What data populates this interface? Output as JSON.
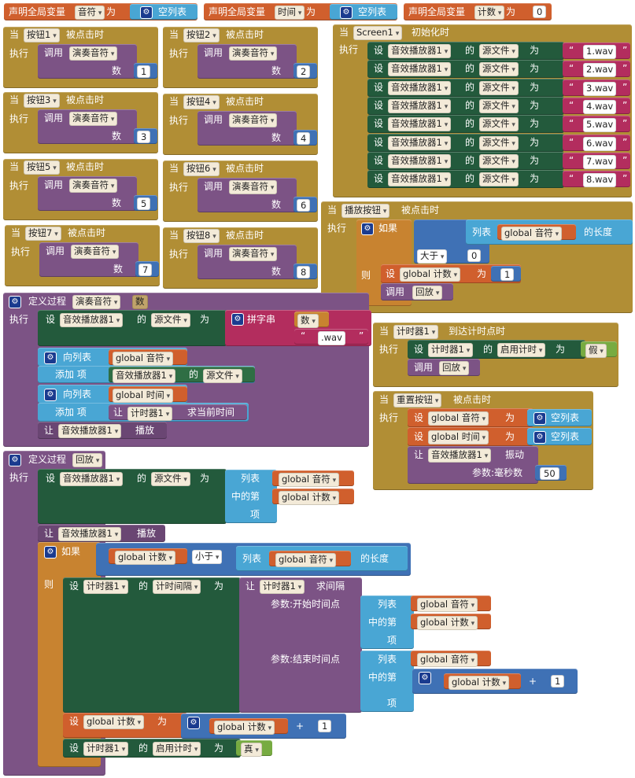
{
  "kw": {
    "when": "当",
    "do": "执行",
    "call": "调用",
    "set": "设",
    "of": "的",
    "to": "为",
    "let": "让",
    "if": "如果",
    "then": "则",
    "declare": "声明全局变量",
    "defproc": "定义过程",
    "clicked": "被点击时",
    "init": "初始化时",
    "timer_fire": "到达计时点时"
  },
  "globals": [
    {
      "name": "音符",
      "value": "空列表"
    },
    {
      "name": "时间",
      "value": "空列表"
    },
    {
      "name": "计数",
      "value": "0"
    }
  ],
  "buttons": [
    {
      "component": "按钮1",
      "proc": "演奏音符",
      "param": "数",
      "num": "1"
    },
    {
      "component": "按钮2",
      "proc": "演奏音符",
      "param": "数",
      "num": "2"
    },
    {
      "component": "按钮3",
      "proc": "演奏音符",
      "param": "数",
      "num": "3"
    },
    {
      "component": "按钮4",
      "proc": "演奏音符",
      "param": "数",
      "num": "4"
    },
    {
      "component": "按钮5",
      "proc": "演奏音符",
      "param": "数",
      "num": "5"
    },
    {
      "component": "按钮6",
      "proc": "演奏音符",
      "param": "数",
      "num": "6"
    },
    {
      "component": "按钮7",
      "proc": "演奏音符",
      "param": "数",
      "num": "7"
    },
    {
      "component": "按钮8",
      "proc": "演奏音符",
      "param": "数",
      "num": "8"
    }
  ],
  "screen_init": {
    "screen": "Screen1",
    "player": "音效播放器1",
    "prop": "源文件",
    "files": [
      "1.wav",
      "2.wav",
      "3.wav",
      "4.wav",
      "5.wav",
      "6.wav",
      "7.wav",
      "8.wav"
    ]
  },
  "play_button": {
    "component": "播放按钮",
    "list_label": "列表",
    "var": "global 音符",
    "length": "的长度",
    "op": "大于",
    "zero": "0",
    "set_var": "global 计数",
    "one": "1",
    "call_proc": "回放"
  },
  "play_note": {
    "name": "演奏音符",
    "param": "数",
    "player": "音效播放器1",
    "prop": "源文件",
    "join": "拼字串",
    "join_param": "数",
    "suffix": ".wav",
    "add_list": "向列表",
    "add_item": "添加 项",
    "list1": "global 音符",
    "list2": "global 时间",
    "timer": "计时器1",
    "now": "求当前时间",
    "play": "播放"
  },
  "timer_event": {
    "component": "计时器1",
    "prop": "启用计时",
    "value": "假",
    "call_proc": "回放"
  },
  "reset": {
    "component": "重置按钮",
    "var1": "global 音符",
    "var2": "global 时间",
    "empty": "空列表",
    "player": "音效播放器1",
    "vibrate": "振动",
    "param": "参数:毫秒数",
    "ms": "50"
  },
  "replay": {
    "name": "回放",
    "player": "音效播放器1",
    "prop": "源文件",
    "list": "列表",
    "index_in": "中的第",
    "item": "项",
    "var_notes": "global 音符",
    "var_count": "global 计数",
    "play": "播放",
    "lt": "小于",
    "length": "的长度",
    "timer": "计时器1",
    "interval": "计时间隔",
    "duration": "求间隔",
    "start": "参数:开始时间点",
    "end": "参数:结束时间点",
    "var_times": "global 音符",
    "plus": "+",
    "one": "1",
    "enabled": "启用计时",
    "true": "真"
  }
}
